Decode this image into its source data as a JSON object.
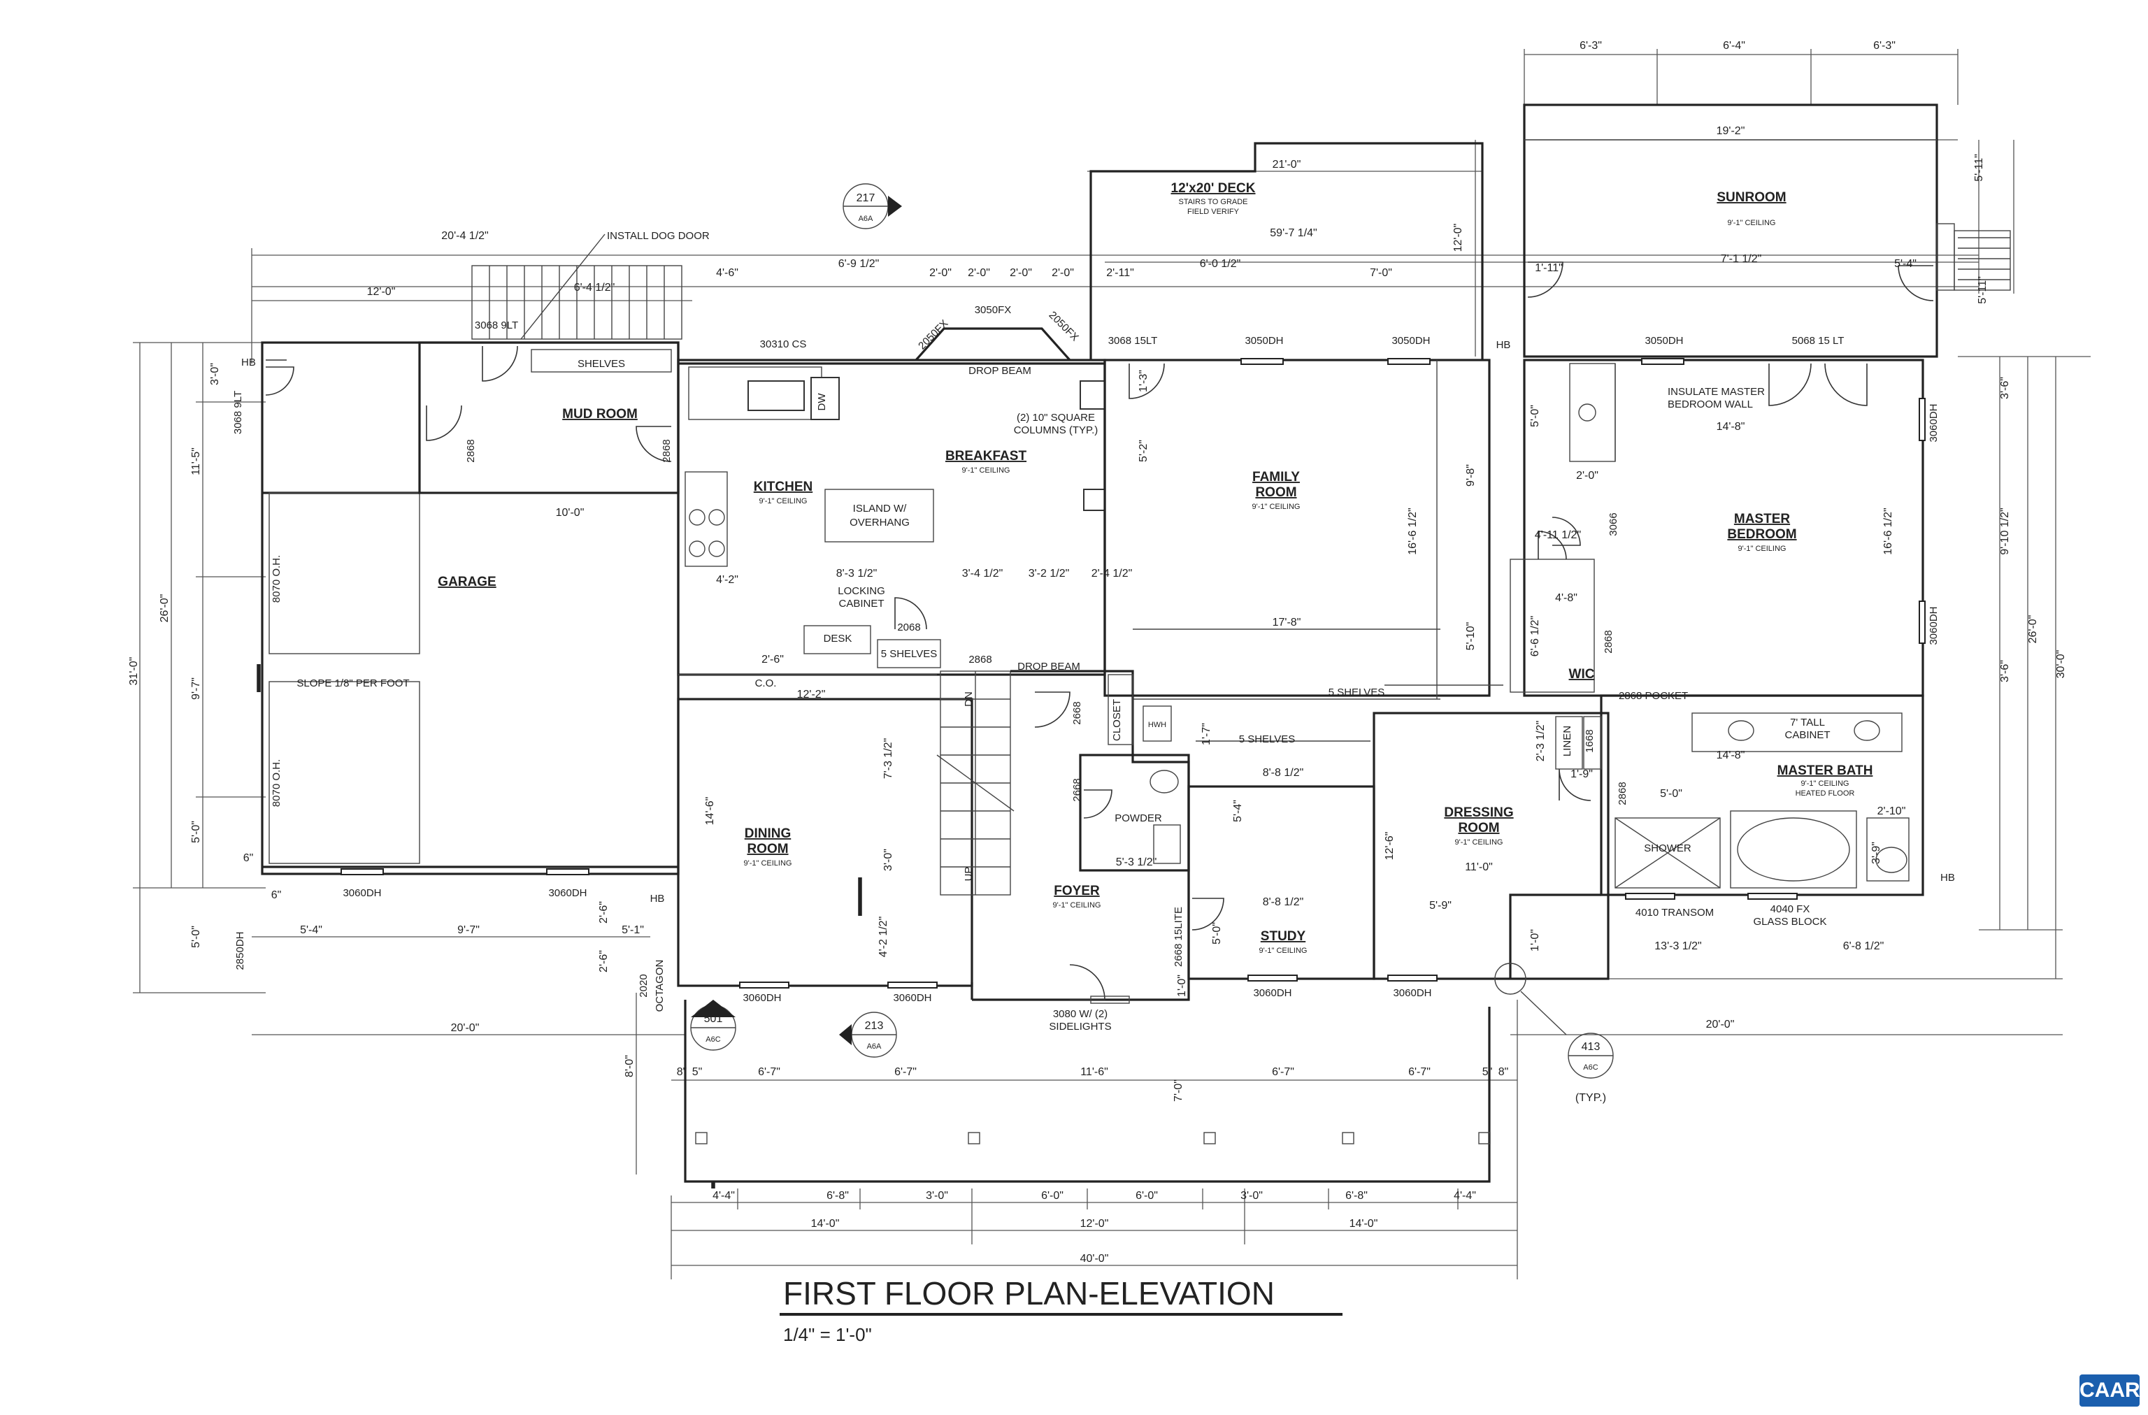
{
  "title": "FIRST FLOOR PLAN-ELEVATION",
  "scale": "1/4\" = 1'-0\"",
  "badge": "CAAR",
  "rooms": {
    "garage": "GARAGE",
    "mud_room": "MUD ROOM",
    "kitchen": "KITCHEN",
    "kitchen_ceiling": "9'-1\" CEILING",
    "breakfast": "BREAKFAST",
    "breakfast_ceiling": "9'-1\" CEILING",
    "family_l1": "FAMILY",
    "family_l2": "ROOM",
    "family_ceiling": "9'-1\" CEILING",
    "master_l1": "MASTER",
    "master_l2": "BEDROOM",
    "master_ceiling": "9'-1\" CEILING",
    "sunroom": "SUNROOM",
    "sunroom_ceiling": "9'-1\" CEILING",
    "dining_l1": "DINING",
    "dining_l2": "ROOM",
    "dining_ceiling": "9'-1\" CEILING",
    "foyer": "FOYER",
    "foyer_ceiling": "9'-1\" CEILING",
    "study": "STUDY",
    "study_ceiling": "9'-1\" CEILING",
    "dressing_l1": "DRESSING",
    "dressing_l2": "ROOM",
    "dressing_ceiling": "9'-1\" CEILING",
    "master_bath": "MASTER BATH",
    "master_bath_ceiling": "9'-1\" CEILING",
    "master_bath_floor": "HEATED FLOOR",
    "powder": "POWDER",
    "wic": "WIC",
    "deck": "12'x20' DECK",
    "deck_note1": "STAIRS TO GRADE",
    "deck_note2": "FIELD VERIFY"
  },
  "notes": {
    "dog_door": "INSTALL DOG DOOR",
    "shelves": "SHELVES",
    "cs": "30310 CS",
    "dw": "DW",
    "drop_beam": "DROP BEAM",
    "columns1": "(2) 10\" SQUARE",
    "columns2": "COLUMNS (TYP.)",
    "island1": "ISLAND W/",
    "island2": "OVERHANG",
    "locking1": "LOCKING",
    "locking2": "CABINET",
    "desk": "DESK",
    "five_shelves": "5 SHELVES",
    "co": "C.O.",
    "slope": "SLOPE 1/8\" PER FOOT",
    "closet": "CLOSET",
    "hwh": "HWH",
    "insulate1": "INSULATE MASTER",
    "insulate2": "BEDROOM WALL",
    "pocket": "2868 POCKET",
    "linen": "LINEN",
    "tall1": "7' TALL",
    "tall2": "CABINET",
    "shower": "SHOWER",
    "transom": "4010 TRANSOM",
    "fx_block1": "4040 FX",
    "fx_block2": "GLASS BLOCK",
    "sidelights1": "3080 W/ (2)",
    "sidelights2": "SIDELIGHTS",
    "octagon": "OCTAGON",
    "hb": "HB",
    "typ": "(TYP.)",
    "oh1": "8070 O.H.",
    "oh2": "8070 O.H.",
    "dn": "DN",
    "up": "UP"
  },
  "windows": {
    "w3068_9lt": "3068 9LT",
    "w3068_9lt_b": "3068 9LT",
    "w2050": "2050FX",
    "w3050fx": "3050FX",
    "w2050b": "2050FX",
    "w3068_15": "3068 15LT",
    "w3050dh_a": "3050DH",
    "w3050dh_b": "3050DH",
    "w3050dh_c": "3050DH",
    "w5068": "5068 15 LT",
    "w3060dh_a": "3060DH",
    "w3060dh_b": "3060DH",
    "w3060dh_c": "3060DH",
    "w3060dh_d": "3060DH",
    "w3060dh_e": "3060DH",
    "w3060dh_f": "3060DH",
    "w3060dh_g": "3060DH",
    "w3060dh_h": "3060DH",
    "w2850dh": "2850DH",
    "w2020": "2020",
    "d2868_a": "2868",
    "d2868_b": "2868",
    "d2868_c": "2868",
    "d2868_d": "2868",
    "d2868_e": "2868",
    "d2868_f": "2868",
    "d2868_g": "2868",
    "d3066": "3066",
    "d1668": "1668",
    "d2068": "2068",
    "d2668": "2668",
    "d2668b": "2668",
    "w15lite": "2668 15LITE"
  },
  "callouts": {
    "c217": "217",
    "c217s": "A6A",
    "c501": "501",
    "c501s": "A6C",
    "c213": "213",
    "c213s": "A6A",
    "c413": "413",
    "c413s": "A6C"
  },
  "dims": {
    "t_63a": "6'-3\"",
    "t_64": "6'-4\"",
    "t_63b": "6'-3\"",
    "t_192": "19'-2\"",
    "t_210": "21'-0\"",
    "t_5974": "59'-7 1/4\"",
    "t_2042": "20'-4 1/2\"",
    "t_120": "12'-0\"",
    "t_69": "6'-9 1/2\"",
    "t_46": "4'-6\"",
    "t_20a": "2'-0\"",
    "t_20b": "2'-0\"",
    "t_20c": "2'-0\"",
    "t_20d": "2'-0\"",
    "t_211": "2'-11\"",
    "t_60a": "6'-0 1/2\"",
    "t_70": "7'-0\"",
    "t_1112": "1'-11\"",
    "t_712": "7'-1 1/2\"",
    "t_54": "5'-4\"",
    "t_64b": "6'-4 1/2\"",
    "t_120b": "12'-0\"",
    "t_511a": "5'-11\"",
    "t_511b": "5'-11\"",
    "l_310": "3'-0\"",
    "l_115": "11'-5\"",
    "l_260": "26'-0\"",
    "l_310b": "31'-0\"",
    "l_97": "9'-7\"",
    "l_50": "5'-0\"",
    "l_50b": "5'-0\"",
    "l_80": "8'-0\"",
    "r_36a": "3'-6\"",
    "r_910": "9'-10 1/2\"",
    "r_36b": "3'-6\"",
    "r_260": "26'-0\"",
    "r_300": "30'-0\"",
    "g_100": "10'-0\"",
    "g_54": "5'-4\"",
    "g_97": "9'-7\"",
    "g_51": "5'-1\"",
    "g_200": "20'-0\"",
    "g_26": "2'-6\"",
    "g_26b": "2'-6\"",
    "g_6": "6\"",
    "g_6b": "6\"",
    "k_42": "4'-2\"",
    "k_83": "8'-3 1/2\"",
    "k_34": "3'-4 1/2\"",
    "k_32": "3'-2 1/2\"",
    "k_24": "2'-4 1/2\"",
    "k_26": "2'-6\"",
    "k_122": "12'-2\"",
    "k_146": "14'-6\"",
    "k_73": "7'-3 1/2\"",
    "k_30": "3'-0\"",
    "k_42b": "4'-2 1/2\"",
    "k_52": "5'-2\"",
    "k_13": "1'-3\"",
    "f_178": "17'-8\"",
    "f_166": "16'-6 1/2\"",
    "f_98": "9'-8\"",
    "f_510": "5'-10\"",
    "m_148": "14'-8\"",
    "m_166": "16'-6 1/2\"",
    "m_50": "5'-0\"",
    "m_20": "2'-0\"",
    "m_411": "4'-11 1/2\"",
    "m_48": "4'-8\"",
    "m_65": "6'-6 1/2\"",
    "m_148b": "14'-8\"",
    "m_23": "2'-3 1/2\"",
    "m_19": "1'-9\"",
    "m_50b": "5'-0\"",
    "m_210": "2'-10\"",
    "m_39": "3'-9\"",
    "m_133": "13'-3 1/2\"",
    "m_68": "6'-8 1/2\"",
    "m_200": "20'-0\"",
    "m_10": "1'-0\"",
    "s_88": "8'-8 1/2\"",
    "s_54": "5'-4\"",
    "s_17": "1'-7\"",
    "s_53": "5'-3 1/2\"",
    "s_88b": "8'-8 1/2\"",
    "s_50": "5'-0\"",
    "s_126": "12'-6\"",
    "s_110": "11'-0\"",
    "s_59": "5'-9\"",
    "s_10": "1'-0\"",
    "s_2020": "2020",
    "p_8": "8\"",
    "p_5": "5\"",
    "p_67a": "6'-7\"",
    "p_67b": "6'-7\"",
    "p_116": "11'-6\"",
    "p_67c": "6'-7\"",
    "p_67d": "6'-7\"",
    "p_56": "5\"",
    "p_8b": "8\"",
    "p_70": "7'-0\"",
    "b_44a": "4'-4\"",
    "b_68a": "6'-8\"",
    "b_30a": "3'-0\"",
    "b_60a": "6'-0\"",
    "b_60b": "6'-0\"",
    "b_30b": "3'-0\"",
    "b_68b": "6'-8\"",
    "b_44b": "4'-4\"",
    "b_140a": "14'-0\"",
    "b_120": "12'-0\"",
    "b_140b": "14'-0\"",
    "b_400": "40'-0\""
  }
}
